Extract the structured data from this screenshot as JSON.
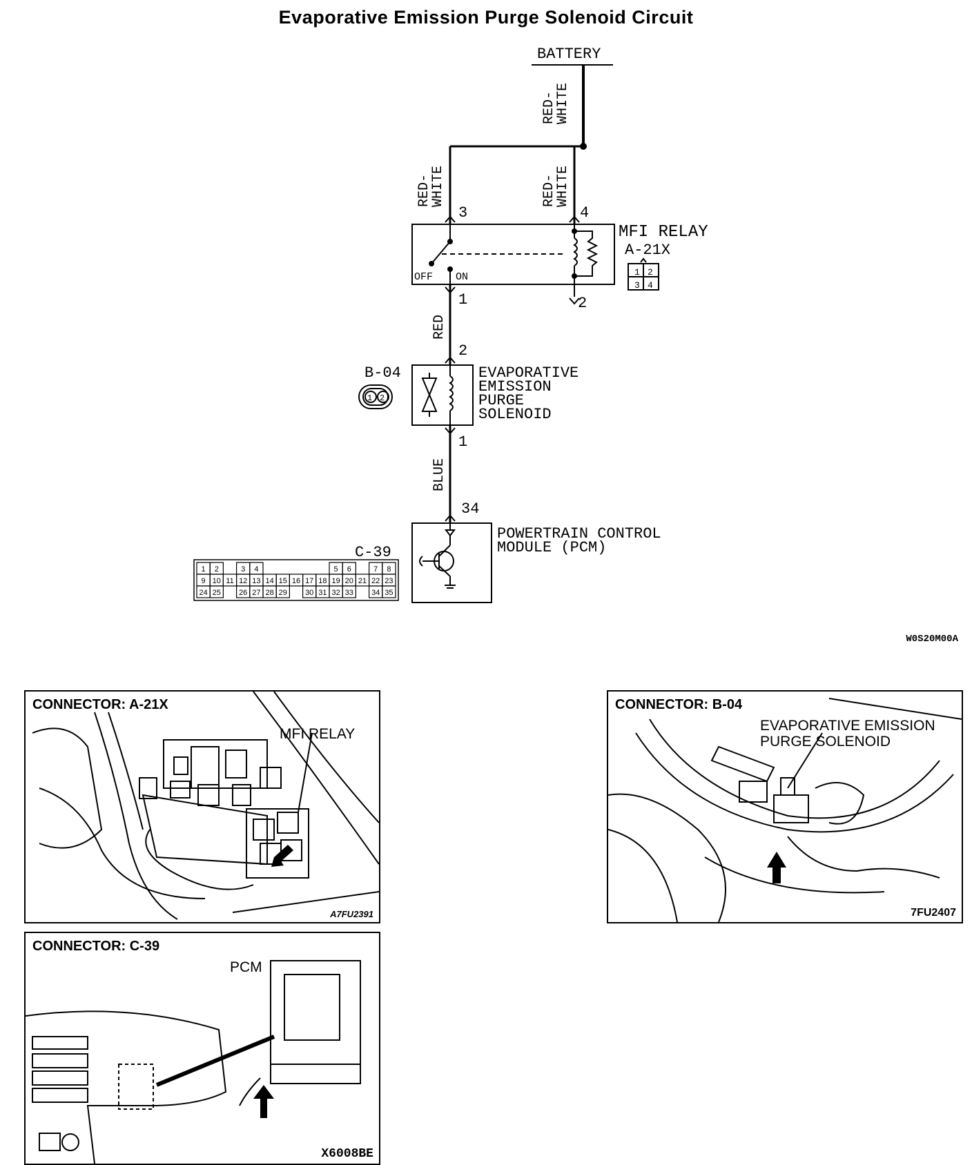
{
  "title": "Evaporative Emission Purge Solenoid Circuit",
  "schematic": {
    "battery": "BATTERY",
    "wires": {
      "red_white": "RED-\nWHITE",
      "red": "RED",
      "blue": "BLUE"
    },
    "relay": {
      "name": "MFI RELAY",
      "connector": "A-21X",
      "pins": [
        "3",
        "4",
        "1",
        "2"
      ],
      "off": "OFF",
      "on": "ON",
      "grid": [
        "1",
        "2",
        "3",
        "4"
      ]
    },
    "solenoid": {
      "connector": "B-04",
      "name_lines": [
        "EVAPORATIVE",
        "EMISSION",
        "PURGE",
        "SOLENOID"
      ],
      "pins": [
        "2",
        "1"
      ],
      "plug_pins": [
        "1",
        "2"
      ]
    },
    "pcm": {
      "connector": "C-39",
      "name_lines": [
        "POWERTRAIN CONTROL",
        "MODULE (PCM)"
      ],
      "pin": "34",
      "grid_rows": [
        [
          "1",
          "2",
          "",
          "3",
          "4",
          "",
          "",
          "",
          "",
          "",
          "5",
          "6",
          "",
          "7",
          "8"
        ],
        [
          "9",
          "10",
          "11",
          "12",
          "13",
          "14",
          "15",
          "16",
          "17",
          "18",
          "19",
          "20",
          "21",
          "22",
          "23"
        ],
        [
          "24",
          "25",
          "",
          "26",
          "27",
          "28",
          "29",
          "",
          "30",
          "31",
          "32",
          "33",
          "",
          "34",
          "35"
        ]
      ]
    },
    "figure_code": "W0S20M00A"
  },
  "photos": {
    "a21x": {
      "caption": "CONNECTOR: A-21X",
      "label": "MFI RELAY",
      "code": "A7FU2391"
    },
    "b04": {
      "caption": "CONNECTOR: B-04",
      "label_lines": [
        "EVAPORATIVE EMISSION",
        "PURGE SOLENOID"
      ],
      "code": "7FU2407"
    },
    "c39": {
      "caption": "CONNECTOR: C-39",
      "label": "PCM",
      "code": "X6008BE"
    }
  }
}
